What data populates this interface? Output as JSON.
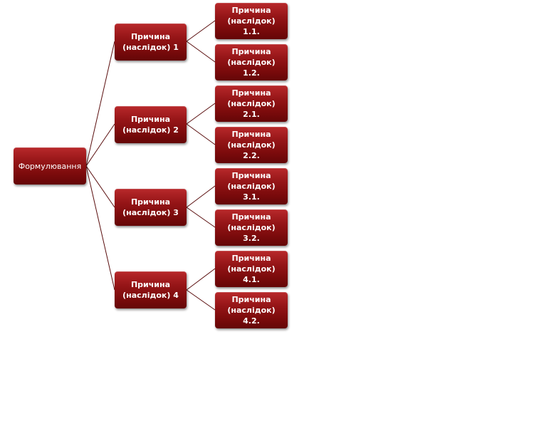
{
  "diagram": {
    "root": {
      "label": "Формулювання"
    },
    "causes": [
      {
        "label": "Причина (наслідок) 1",
        "children": [
          {
            "label": "Причина (наслідок) 1.1."
          },
          {
            "label": "Причина (наслідок) 1.2."
          }
        ]
      },
      {
        "label": "Причина (наслідок) 2",
        "children": [
          {
            "label": "Причина (наслідок) 2.1."
          },
          {
            "label": "Причина (наслідок) 2.2."
          }
        ]
      },
      {
        "label": "Причина (наслідок) 3",
        "children": [
          {
            "label": "Причина (наслідок) 3.1."
          },
          {
            "label": "Причина (наслідок) 3.2."
          }
        ]
      },
      {
        "label": "Причина (наслідок) 4",
        "children": [
          {
            "label": "Причина (наслідок) 4.1."
          },
          {
            "label": "Причина (наслідок) 4.2."
          }
        ]
      }
    ],
    "colors": {
      "node_fill": "#8b0f10",
      "connector": "#5a0e0e",
      "text": "#ffffff"
    }
  }
}
